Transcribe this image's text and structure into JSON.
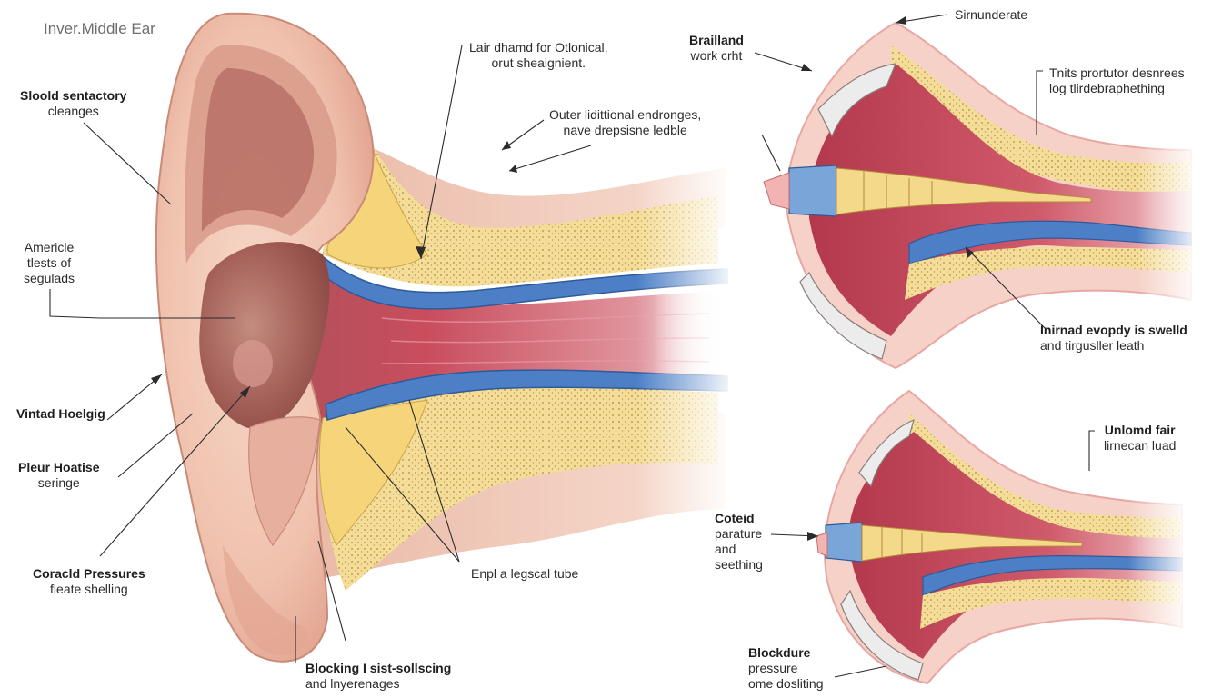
{
  "diagram": {
    "title": "Inver.Middle Ear",
    "colors": {
      "skin": "#f2c6b2",
      "skin_dark": "#d99a86",
      "canal_red": "#c24a5a",
      "cartilage_yellow": "#f3dc8e",
      "bone_dots": "#efd79a",
      "membrane_blue": "#3f6fb8",
      "pink_outline": "#e7a7a3"
    },
    "labels": {
      "sloid": [
        "Sloold sentactory",
        "cleanges"
      ],
      "americle": [
        "Americle",
        "tlests of",
        "segulads"
      ],
      "vintad": [
        "Vintad Hoelgig"
      ],
      "pleur": [
        "Pleur Hoatise",
        "seringe"
      ],
      "coracid": [
        "Coracld Pressures",
        "fleate shelling"
      ],
      "blocking": [
        "Blocking I sist-sollscing",
        "and lnyerenages"
      ],
      "lair": [
        "Lair dhamd for Otlonical,",
        "orut sheaignient."
      ],
      "outer": [
        "Outer lidittional endronges,",
        "nave drepsisne ledble"
      ],
      "enpl": [
        "Enpl a legscal tube"
      ],
      "brailland": [
        "Brailland",
        "work crht"
      ],
      "sirnunderate": [
        "Sirnunderate"
      ],
      "tnits": [
        "Tnits prortutor desnrees",
        "log tlirdebraphething"
      ],
      "inirnad": [
        "Inirnad evopdy is swelld",
        "and tirgusller leath"
      ],
      "unlomd": [
        "Unlomd fair",
        "lirnecan luad"
      ],
      "coteid": [
        "Coteid",
        "parature",
        "and",
        "seething"
      ],
      "blockdure": [
        "Blockdure",
        "pressure",
        "ome dosliting"
      ]
    }
  }
}
